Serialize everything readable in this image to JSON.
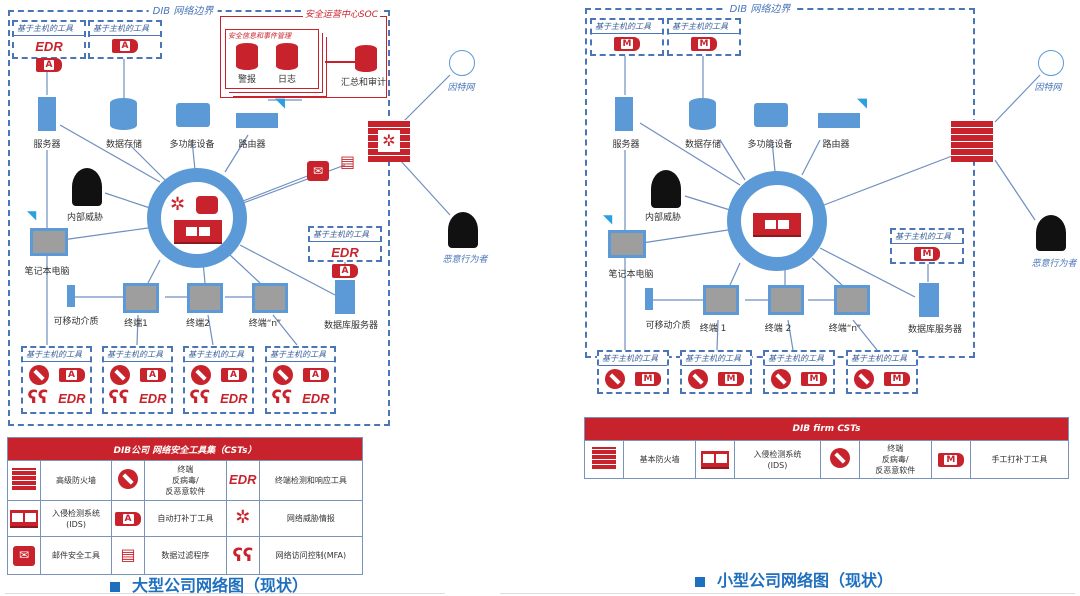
{
  "large": {
    "boundary_title": "DIB 网络边界",
    "host_tool_title": "基于主机的工具",
    "soc": {
      "title": "安全运营中心SOC",
      "siem_title": "安全信息和事件管理",
      "alerts": "警报",
      "logs": "日志",
      "summary": "汇总和审计"
    },
    "nodes": {
      "server": "服务器",
      "data_storage": "数据存储",
      "mfd": "多功能设备",
      "router": "路由器",
      "insider": "内部威胁",
      "laptop": "笔记本电脑",
      "removable_media": "可移动介质",
      "terminal1": "终端1",
      "terminal2": "终端2",
      "terminal_n": "终端“n”",
      "db_server": "数据库服务器",
      "internet": "因特网",
      "malicious_actor": "恶意行为者"
    },
    "icons": {
      "edr": "EDR",
      "auto_patch": "A",
      "manual_patch": "M"
    },
    "cst_table": {
      "title": "DIB公司 网络安全工具集（CSTs）",
      "rows": [
        [
          {
            "icon": "firewall-icon",
            "label": "高级防火墙"
          },
          {
            "icon": "no-entry-icon",
            "label": "终端\n反病毒/\n反恶意软件"
          },
          {
            "icon": "edr-icon",
            "label": "终端检测和响应工具"
          }
        ],
        [
          {
            "icon": "ids-icon",
            "label": "入侵检测系统\n(IDS)"
          },
          {
            "icon": "auto-patch-icon",
            "label": "自动打补丁工具"
          },
          {
            "icon": "bug-icon",
            "label": "网络威胁情报"
          }
        ],
        [
          {
            "icon": "mail-icon",
            "label": "邮件安全工具"
          },
          {
            "icon": "scroll-icon",
            "label": "数据过滤程序"
          },
          {
            "icon": "mfa-icon",
            "label": "网络访问控制(MFA)"
          }
        ]
      ]
    },
    "caption": "大型公司网络图（现状）"
  },
  "small": {
    "boundary_title": "DIB 网络边界",
    "host_tool_title": "基于主机的工具",
    "nodes": {
      "server": "服务器",
      "data_storage": "数据存储",
      "mfd": "多功能设备",
      "router": "路由器",
      "insider": "内部威胁",
      "laptop": "笔记本电脑",
      "removable_media": "可移动介质",
      "terminal1": "终端 1",
      "terminal2": "终端 2",
      "terminal_n": "终端“n”",
      "db_server": "数据库服务器",
      "internet": "因特网",
      "malicious_actor": "恶意行为者"
    },
    "cst_table": {
      "title": "DIB firm CSTs",
      "cells": [
        {
          "icon": "firewall-icon",
          "label": "基本防火墙"
        },
        {
          "icon": "ids-icon",
          "label": "入侵检测系统\n(IDS)"
        },
        {
          "icon": "no-entry-icon",
          "label": "终端\n反病毒/\n反恶意软件"
        },
        {
          "icon": "manual-patch-icon",
          "label": "手工打补丁工具"
        }
      ]
    },
    "caption": "小型公司网络图（现状）"
  },
  "colors": {
    "accent_red": "#c8232c",
    "network_blue": "#4a76b8",
    "caption_blue": "#1f6fbf"
  }
}
